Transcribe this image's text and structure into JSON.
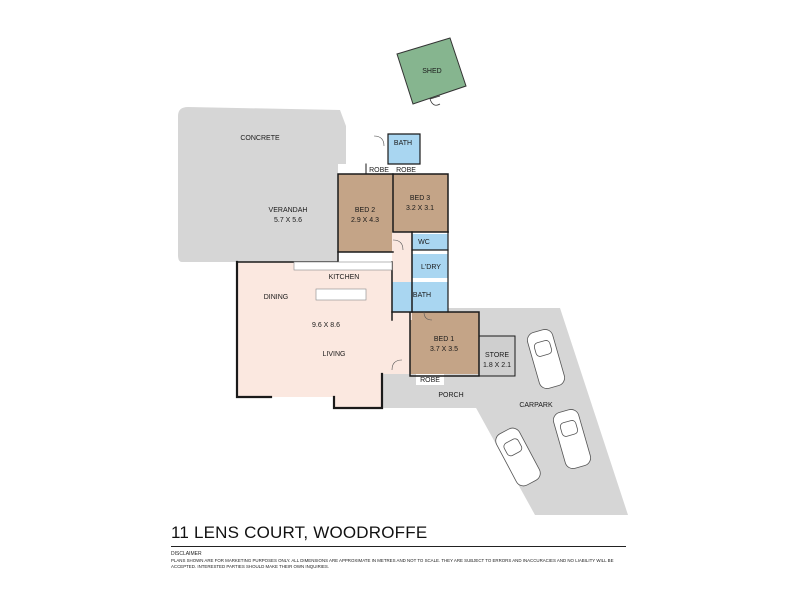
{
  "colors": {
    "outdoor": "#d6d6d6",
    "bedroom": "#c4a487",
    "living": "#fbe8e0",
    "wet": "#a9d6f1",
    "shed": "#86b58f",
    "store": "#cfcfcf",
    "wall": "#1a1a1a"
  },
  "rooms": {
    "shed": "SHED",
    "concrete": "CONCRETE",
    "bath_top": "BATH",
    "robe_1": "ROBE",
    "robe_2": "ROBE",
    "verandah": "VERANDAH",
    "verandah_dims": "5.7 X 5.6",
    "bed2": "BED 2",
    "bed2_dims": "2.9 X 4.3",
    "bed3": "BED 3",
    "bed3_dims": "3.2 X 3.1",
    "wc": "WC",
    "kitchen": "KITCHEN",
    "laundry": "L'DRY",
    "dining": "DINING",
    "bath_mid": "BATH",
    "living_dims": "9.6 X 8.6",
    "living": "LIVING",
    "bed1": "BED 1",
    "bed1_dims": "3.7 X 3.5",
    "store": "STORE",
    "store_dims": "1.8 X 2.1",
    "robe_3": "ROBE",
    "porch": "PORCH",
    "carpark": "CARPARK"
  },
  "title": "11 LENS COURT, WOODROFFE",
  "disclaimer": {
    "heading": "DISCLAIMER",
    "body": "PLANS SHOWN ARE FOR MARKETING PURPOSES ONLY. ALL DIMENSIONS ARE APPROXIMATE IN METRES AND NOT TO SCALE. THEY ARE SUBJECT TO ERRORS AND INACCURACIES AND NO LIABILITY WILL BE ACCEPTED. INTERESTED PARTIES SHOULD MAKE THEIR OWN INQUIRIES."
  }
}
